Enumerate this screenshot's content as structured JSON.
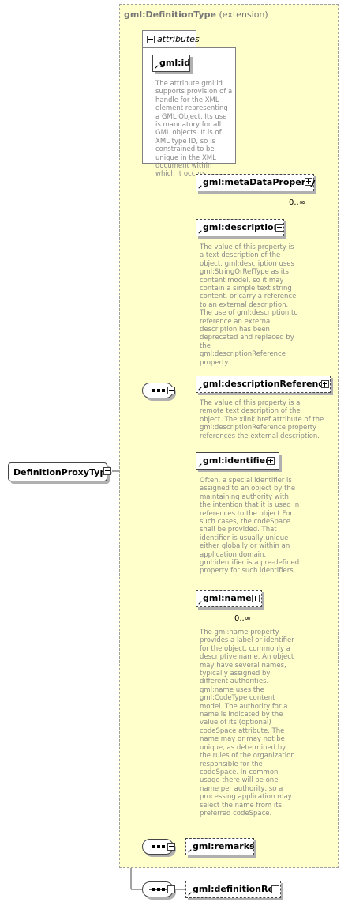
{
  "extension": {
    "name": "gml:DefinitionType",
    "suffix": "(extension)"
  },
  "attributes": {
    "label": "attributes",
    "items": [
      {
        "name": "gml:id",
        "desc": "The attribute gml:id supports provision of a handle for the XML element representing a GML Object. Its use is mandatory for all GML objects. It is of XML type ID, so is constrained to be unique in the XML document within which it occurs."
      }
    ]
  },
  "root": {
    "name": "DefinitionProxyType"
  },
  "elements": {
    "metaDataProperty": {
      "name": "gml:metaDataProperty",
      "cardinality": "0..∞"
    },
    "description": {
      "name": "gml:description",
      "desc": "The value of this property is a text description of the object. gml:description uses gml:StringOrRefType as its content model, so it may contain a simple text string content, or carry a reference to an external description. The use of gml:description to reference an external description has been deprecated and replaced by the gml:descriptionReference property."
    },
    "descriptionReference": {
      "name": "gml:descriptionReference",
      "desc": "The value of this property is a remote text description of the object. The xlink:href attribute of the gml:descriptionReference property references the external description."
    },
    "identifier": {
      "name": "gml:identifier",
      "desc": "Often, a special identifier is assigned to an object by the maintaining authority with the intention that it is used in references to the object For such cases, the codeSpace shall be provided. That identifier is usually unique either globally or within an application domain. gml:identifier is a pre-defined property for such identifiers."
    },
    "name": {
      "name": "gml:name",
      "cardinality": "0..∞",
      "desc": "The gml:name property provides a label or identifier for the object, commonly a descriptive name. An object may have several names, typically assigned by different authorities. gml:name uses the gml:CodeType content model. The authority for a name is indicated by the value of its (optional) codeSpace attribute. The name may or may not be unique, as determined by the rules of the organization responsible for the codeSpace. In common usage there will be one name per authority, so a processing application may select the name from its preferred codeSpace."
    },
    "remarks": {
      "name": "gml:remarks"
    },
    "definitionRef": {
      "name": "gml:definitionRef"
    }
  }
}
